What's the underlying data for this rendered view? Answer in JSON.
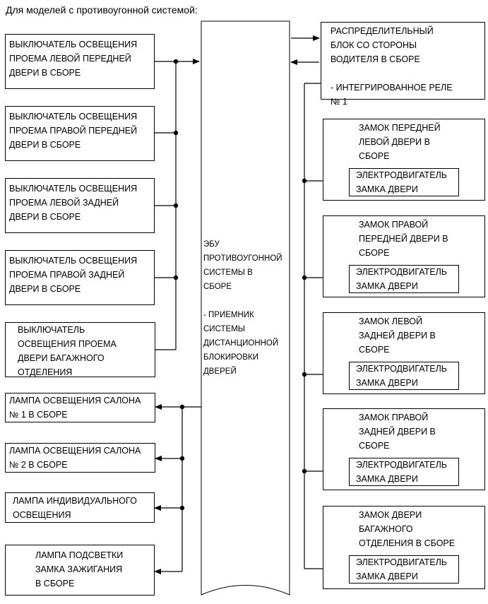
{
  "title": "Для моделей с противоугонной системой:",
  "left_inputs": [
    {
      "id": "in1",
      "text": "ВЫКЛЮЧАТЕЛЬ ОСВЕЩЕНИЯ\nПРОЕМА ЛЕВОЙ ПЕРЕДНЕЙ\nДВЕРИ В СБОРЕ"
    },
    {
      "id": "in2",
      "text": "ВЫКЛЮЧАТЕЛЬ ОСВЕЩЕНИЯ\nПРОЕМА ПРАВОЙ ПЕРЕДНЕЙ\nДВЕРИ В СБОРЕ"
    },
    {
      "id": "in3",
      "text": "ВЫКЛЮЧАТЕЛЬ ОСВЕЩЕНИЯ\nПРОЕМА ЛЕВОЙ ЗАДНЕЙ\nДВЕРИ В СБОРЕ"
    },
    {
      "id": "in4",
      "text": "ВЫКЛЮЧАТЕЛЬ ОСВЕЩЕНИЯ\nПРОЕМА ПРАВОЙ ЗАДНЕЙ\nДВЕРИ В СБОРЕ"
    },
    {
      "id": "in5",
      "text": "ВЫКЛЮЧАТЕЛЬ\nОСВЕЩЕНИЯ ПРОЕМА\nДВЕРИ БАГАЖНОГО\nОТДЕЛЕНИЯ"
    }
  ],
  "left_outputs": [
    {
      "id": "out1",
      "text": "ЛАМПА ОСВЕЩЕНИЯ САЛОНА\n№ 1 В СБОРЕ"
    },
    {
      "id": "out2",
      "text": "ЛАМПА ОСВЕЩЕНИЯ САЛОНА\n№ 2 В СБОРЕ"
    },
    {
      "id": "out3",
      "text": "ЛАМПА ИНДИВИДУАЛЬНОГО\nОСВЕЩЕНИЯ"
    },
    {
      "id": "out4",
      "text": "ЛАМПА ПОДСВЕТКИ\nЗАМКА ЗАЖИГАНИЯ\nВ СБОРЕ"
    }
  ],
  "ecu": {
    "text": "ЭБУ\nПРОТИВОУГОННОЙ\nСИСТЕМЫ В\nСБОРЕ\n\n- ПРИЕМНИК\nСИСТЕМЫ\nДИСТАНЦИОННОЙ\nБЛОКИРОВКИ\nДВЕРЕЙ"
  },
  "junction_block": {
    "text": "РАСПРЕДЕЛИТЕЛЬНЫЙ\nБЛОК СО СТОРОНЫ\nВОДИТЕЛЯ В СБОРЕ\n\n- ИНТЕГРИРОВАННОЕ РЕЛЕ\n№ 1"
  },
  "locks": [
    {
      "id": "lock1",
      "title": "ЗАМОК ПЕРЕДНЕЙ\nЛЕВОЙ ДВЕРИ В\nСБОРЕ",
      "motor": "ЭЛЕКТРОДВИГАТЕЛЬ\nЗАМКА ДВЕРИ"
    },
    {
      "id": "lock2",
      "title": "ЗАМОК ПРАВОЙ\nПЕРЕДНЕЙ ДВЕРИ В\nСБОРЕ",
      "motor": "ЭЛЕКТРОДВИГАТЕЛЬ\nЗАМКА ДВЕРИ"
    },
    {
      "id": "lock3",
      "title": "ЗАМОК ЛЕВОЙ\nЗАДНЕЙ ДВЕРИ В\nСБОРЕ",
      "motor": "ЭЛЕКТРОДВИГАТЕЛЬ\nЗАМКА ДВЕРИ"
    },
    {
      "id": "lock4",
      "title": "ЗАМОК ПРАВОЙ\nЗАДНЕЙ ДВЕРИ В\nСБОРЕ",
      "motor": "ЭЛЕКТРОДВИГАТЕЛЬ\nЗАМКА ДВЕРИ"
    },
    {
      "id": "lock5",
      "title": "ЗАМОК ДВЕРИ\nБАГАЖНОГО\nОТДЕЛЕНИЯ В СБОРЕ",
      "motor": "ЭЛЕКТРОДВИГАТЕЛЬ\nЗАМКА ДВЕРИ"
    }
  ]
}
